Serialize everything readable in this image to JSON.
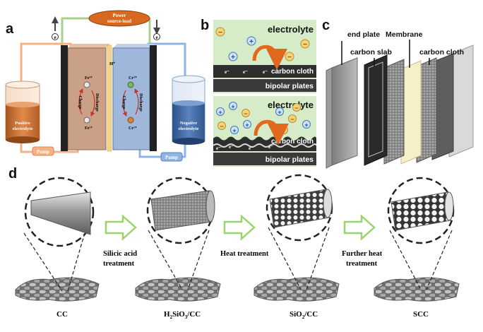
{
  "panel_labels": {
    "a": "a",
    "b": "b",
    "c": "c",
    "d": "d"
  },
  "panel_a": {
    "power": "Power",
    "source_load": "source-load",
    "electron": "e",
    "h_plus": "H⁺",
    "positive": [
      "Positive",
      "electrolyte"
    ],
    "negative": [
      "Negative",
      "electrolyte"
    ],
    "pump": "Pump",
    "fe3": "Fe³⁺",
    "fe2": "Fe²⁺",
    "cr3": "Cr³⁺",
    "cr2": "Cr²⁺",
    "charge": "Charge",
    "discharge": "Discharge"
  },
  "panel_b": {
    "electrolyte": "electrolyte",
    "carbon_cloth": "carbon cloth",
    "bipolar_plates": "bipolar plates",
    "e": "e⁻",
    "plus": "+",
    "minus": "−"
  },
  "panel_c": {
    "end_plate": "end plate",
    "membrane": "Membrane",
    "carbon_slab": "carbon slab",
    "carbon_cloth": "carbon cloth"
  },
  "panel_d": {
    "step1": [
      "Silicic acid",
      "treatment"
    ],
    "step2": "Heat treatment",
    "step3": [
      "Further heat",
      "treatment"
    ],
    "labels": {
      "cc": "CC",
      "h2sio3": [
        "H",
        "2",
        "SiO",
        "3",
        "/CC"
      ],
      "sio2": [
        "SiO",
        "2",
        "/CC"
      ],
      "scc": "SCC"
    }
  },
  "colors": {
    "positive_fill": "#d9793a",
    "negative_fill": "#4a6fa5",
    "orange_line": "#f4b183",
    "blue_line": "#8fb4e3",
    "green_line": "#a9d18e",
    "electrolyte_bg": "#d6ebc7",
    "arrow_orange": "#e2671f",
    "step_arrow": "#9bd36e"
  }
}
